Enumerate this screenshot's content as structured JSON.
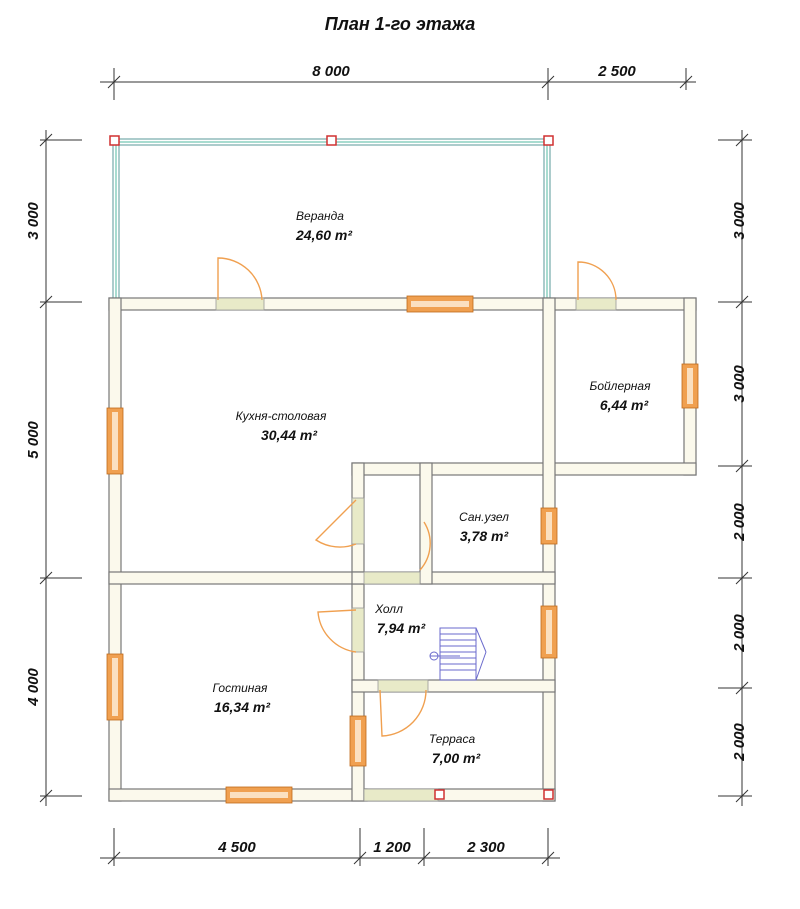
{
  "title": "План 1-го этажа",
  "dimensions": {
    "top": [
      "8 000",
      "2 500"
    ],
    "bottom": [
      "4 500",
      "1 200",
      "2 300"
    ],
    "left": [
      "3 000",
      "5 000",
      "4 000"
    ],
    "right": [
      "3 000",
      "3 000",
      "2 000",
      "2 000",
      "2 000"
    ]
  },
  "rooms": [
    {
      "name": "Веранда",
      "area": "24,60 m²"
    },
    {
      "name": "Кухня-столовая",
      "area": "30,44 m²"
    },
    {
      "name": "Бойлерная",
      "area": "6,44 m²"
    },
    {
      "name": "Сан.узел",
      "area": "3,78 m²"
    },
    {
      "name": "Холл",
      "area": "7,94 m²"
    },
    {
      "name": "Гостиная",
      "area": "16,34 m²"
    },
    {
      "name": "Терраса",
      "area": "7,00 m²"
    }
  ],
  "colors": {
    "wall_fill": "#fbf9ec",
    "window": "#f0a050",
    "glazing": "#5a9a9a",
    "door": "#f0a050",
    "corner_post": "#d03030",
    "stair": "#6a6acc"
  }
}
